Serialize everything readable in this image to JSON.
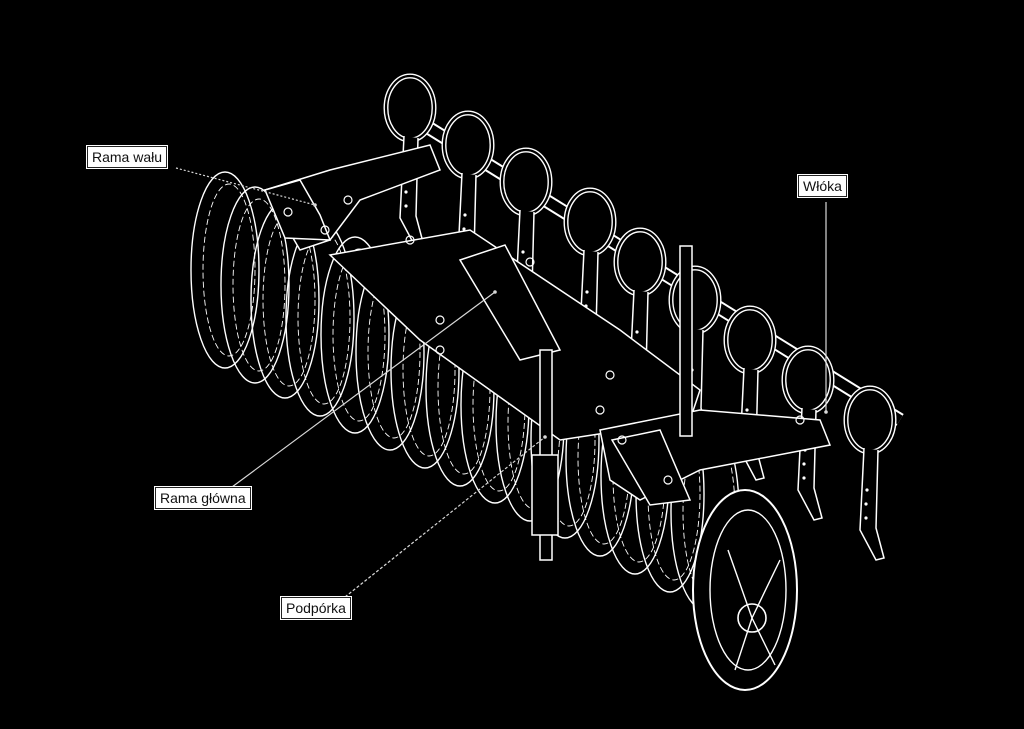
{
  "colors": {
    "background": "#000000",
    "linework": "#ffffff",
    "label_fill": "#ffffff",
    "label_text": "#111111",
    "leader": "#d8d8d8"
  },
  "callouts": [
    {
      "id": "frame-roller",
      "text": "Rama wału"
    },
    {
      "id": "harrow",
      "text": "Włóka"
    },
    {
      "id": "main-frame",
      "text": "Rama główna"
    },
    {
      "id": "support-leg",
      "text": "Podpórka"
    }
  ]
}
